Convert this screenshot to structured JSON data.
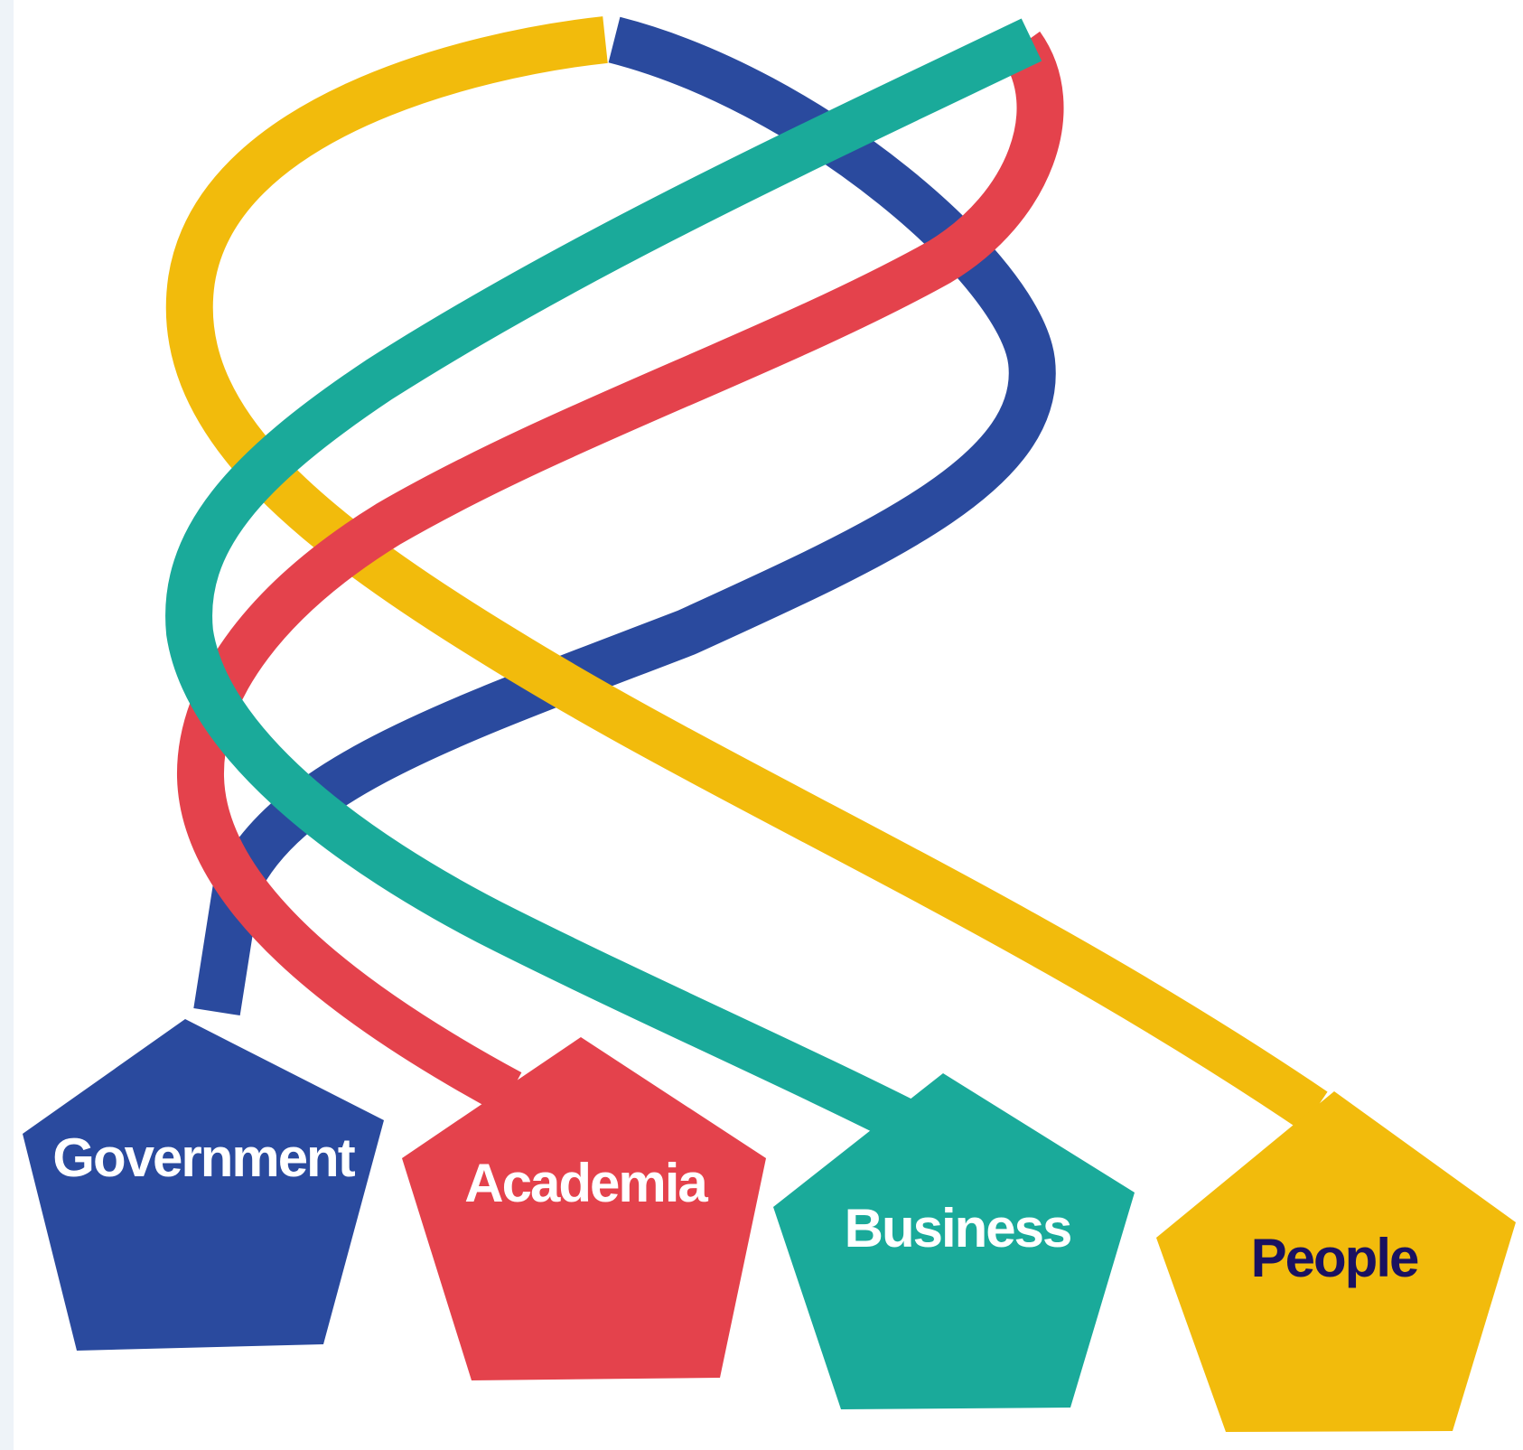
{
  "diagram": {
    "nodes": [
      {
        "id": "government",
        "label": "Government",
        "color": "#2a4a9e",
        "text_color": "#ffffff"
      },
      {
        "id": "academia",
        "label": "Academia",
        "color": "#e4424c",
        "text_color": "#ffffff"
      },
      {
        "id": "business",
        "label": "Business",
        "color": "#1aaa9a",
        "text_color": "#ffffff"
      },
      {
        "id": "people",
        "label": "People",
        "color": "#f2bb0c",
        "text_color": "#1a1160"
      }
    ]
  }
}
